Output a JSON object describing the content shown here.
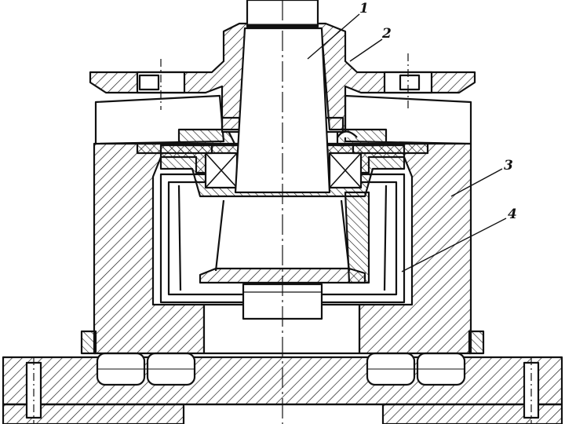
{
  "figure": {
    "labels": [
      {
        "id": "1",
        "text": "1"
      },
      {
        "id": "2",
        "text": "2"
      },
      {
        "id": "3",
        "text": "3"
      },
      {
        "id": "4",
        "text": "4"
      }
    ],
    "colors": {
      "ink": "#111111",
      "paper": "#ffffff"
    }
  }
}
